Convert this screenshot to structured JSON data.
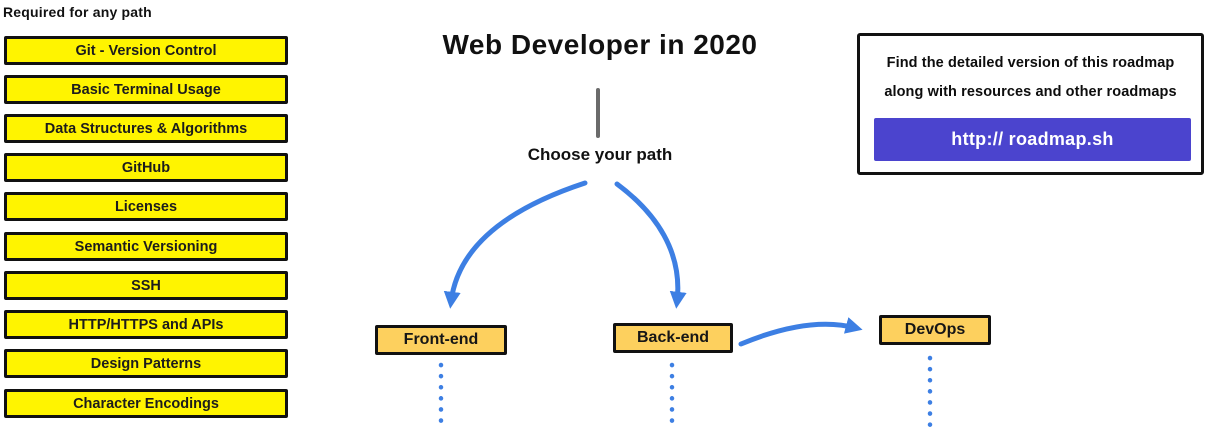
{
  "required": {
    "heading": "Required for any path",
    "items": [
      "Git - Version Control",
      "Basic Terminal Usage",
      "Data Structures & Algorithms",
      "GitHub",
      "Licenses",
      "Semantic Versioning",
      "SSH",
      "HTTP/HTTPS and APIs",
      "Design Patterns",
      "Character Encodings"
    ]
  },
  "header": {
    "title": "Web Developer in 2020",
    "choose_label": "Choose your path"
  },
  "paths": {
    "frontend": "Front-end",
    "backend": "Back-end",
    "devops": "DevOps"
  },
  "info": {
    "line1": "Find the detailed version of this roadmap",
    "line2": "along with resources and other roadmaps",
    "button_label": "http:// roadmap.sh"
  },
  "colors": {
    "yellow": "#fff400",
    "orange": "#fdd05e",
    "blue": "#3d7fe3",
    "purple": "#4b44ce",
    "ink": "#111111",
    "gray": "#6b6b6b",
    "bg": "#ffffff"
  }
}
